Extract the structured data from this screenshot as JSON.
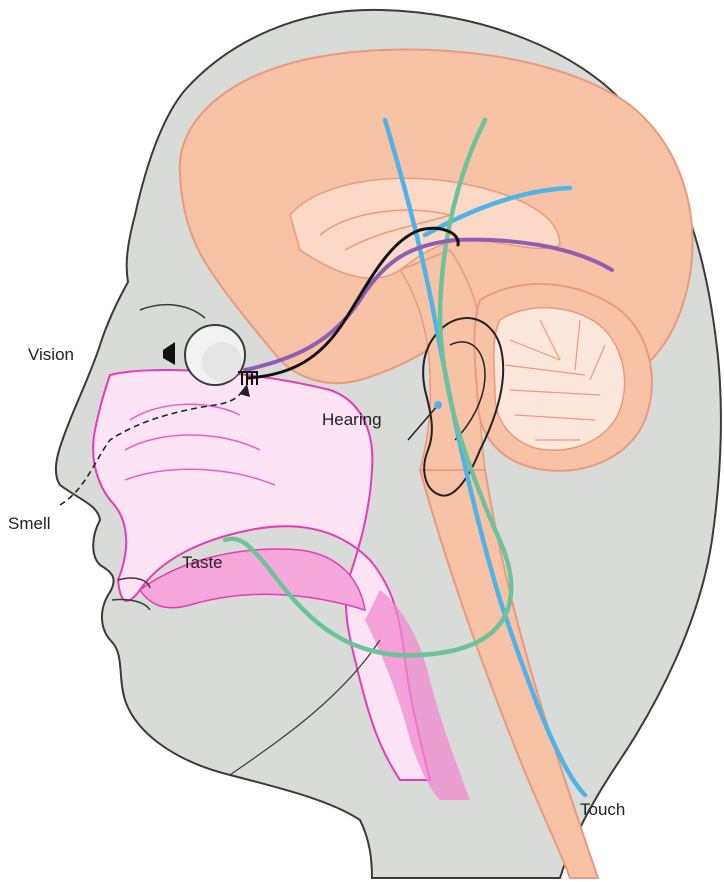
{
  "labels": {
    "vision": "Vision",
    "hearing": "Hearing",
    "smell": "Smell",
    "taste": "Taste",
    "touch": "Touch"
  },
  "colors": {
    "skin": "#d8dbd8",
    "outline": "#3a3a3a",
    "brain": "#f8c2a6",
    "brain_inner": "#fbd9c6",
    "brain_edge": "#e89a7c",
    "cerebellum_white": "#fde6da",
    "cavity": "#f08ad0",
    "cavity_light": "#fde3f3",
    "nerve_touch": "#4fb3e8",
    "nerve_taste": "#6cc39a",
    "nerve_vision": "#8d5fb3",
    "nerve_smell": "#111111"
  }
}
